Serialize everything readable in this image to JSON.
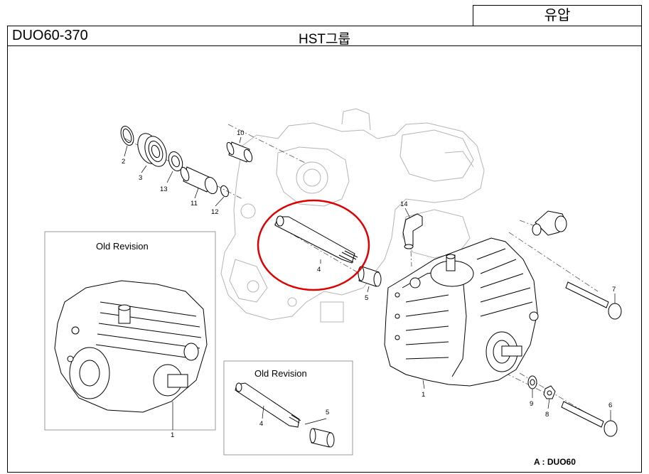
{
  "header": {
    "category": "유압",
    "model_code": "DUO60-370",
    "group_title": "HST그룹"
  },
  "insets": {
    "left_title": "Old Revision",
    "right_title": "Old Revision"
  },
  "callouts": {
    "c10": "10",
    "c2": "2",
    "c3": "3",
    "c13": "13",
    "c11": "11",
    "c12": "12",
    "c14": "14",
    "c4": "4",
    "c5": "5",
    "c7": "7",
    "c1": "1",
    "c9": "9",
    "c8": "8",
    "c6": "6",
    "inset_left_1": "1",
    "inset_right_4": "4",
    "inset_right_5": "5"
  },
  "legend": "A : DUO60",
  "colors": {
    "line": "#000000",
    "ghost": "#b0b0b0",
    "highlight": "#e00000"
  }
}
